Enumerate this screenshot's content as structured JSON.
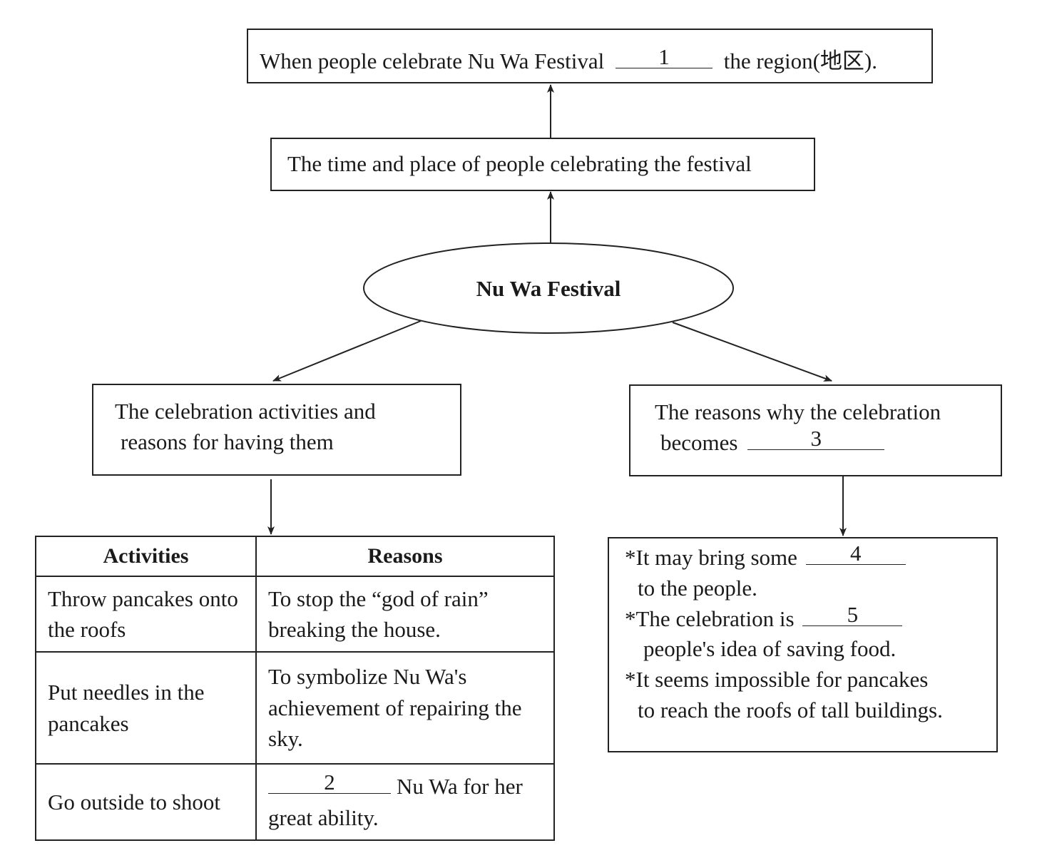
{
  "top_box": {
    "before": "When people celebrate Nu Wa Festival",
    "blank": "1",
    "after": "the region(地区)."
  },
  "time_place_box": "The time and place of people celebrating the festival",
  "center": "Nu Wa Festival",
  "left_box": {
    "line1": "The celebration activities and",
    "line2": "reasons for having them"
  },
  "right_box": {
    "line1": "The reasons why the celebration",
    "line2": "becomes",
    "blank": "3"
  },
  "table": {
    "headers": [
      "Activities",
      "Reasons"
    ],
    "rows": [
      {
        "activity": "Throw pancakes onto the roofs",
        "reason": "To stop the “god of rain” breaking the house."
      },
      {
        "activity": "Put needles in the pancakes",
        "reason": "To symbolize Nu Wa's achievement of repairing the sky."
      },
      {
        "activity": "Go outside to shoot",
        "reason_blank": "2",
        "reason_after": "Nu Wa for her great ability."
      }
    ]
  },
  "reasons_list": [
    {
      "before": "*It may bring some",
      "blank": "4",
      "after": "to the people."
    },
    {
      "before": "*The celebration is",
      "blank": "5",
      "after": "people's idea of saving food."
    },
    {
      "line1": "*It seems impossible for pancakes",
      "line2": "to reach the roofs of tall buildings."
    }
  ]
}
